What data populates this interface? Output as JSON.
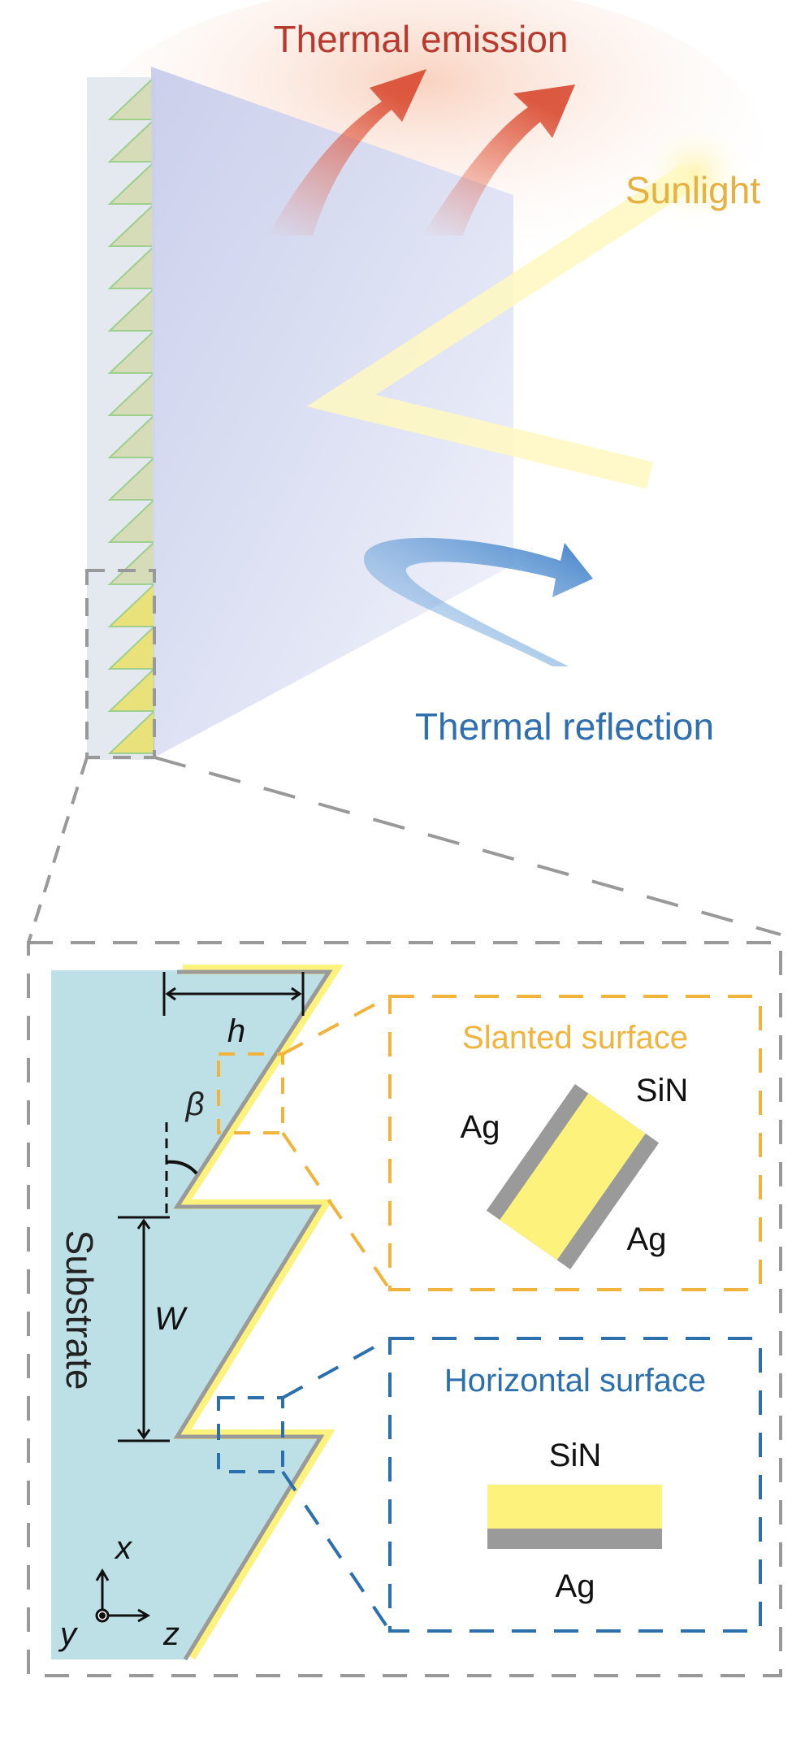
{
  "top": {
    "thermal_emission": "Thermal emission",
    "sunlight": "Sunlight",
    "thermal_reflection": "Thermal reflection"
  },
  "detail": {
    "substrate": "Substrate",
    "h": "h",
    "beta": "β",
    "w": "W",
    "axis_x": "x",
    "axis_y": "y",
    "axis_z": "z"
  },
  "slanted": {
    "title": "Slanted surface",
    "sin": "SiN",
    "ag_left": "Ag",
    "ag_right": "Ag"
  },
  "horizontal": {
    "title": "Horizontal surface",
    "sin": "SiN",
    "ag": "Ag"
  },
  "colors": {
    "emission": "#b83a2e",
    "sunlight": "#e8b040",
    "reflection": "#2f6fb0",
    "substrate": "#bde0e6",
    "sin": "#fcf27c",
    "ag": "#9a9a9a",
    "slanted_box": "#f0b43c",
    "horizontal_box": "#2c6fad"
  }
}
